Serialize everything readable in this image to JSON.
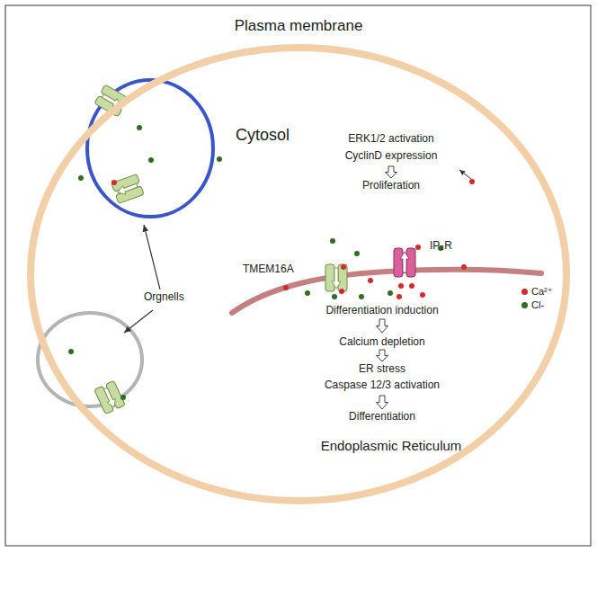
{
  "diagram": {
    "nodes": [
      {
        "text": [
          "Plasma membrane",
          "Cytosol"
        ]
      }
    ],
    "labels": [
      "ERK1/2 activation",
      "CyclinD expression",
      "Proliferation",
      "TMEM16A",
      "IP₃R",
      "Orgnells",
      "Differentiation induction",
      "Calcium depletion",
      "ER stress",
      "Caspase 12/3 activation",
      "Differentiation",
      "Endoplasmic Reticulum"
    ],
    "legend": [
      {
        "text": "Ca²⁺",
        "color": "#d42a2a"
      },
      {
        "text": "Cl-",
        "color": "#2f6e22"
      }
    ]
  }
}
